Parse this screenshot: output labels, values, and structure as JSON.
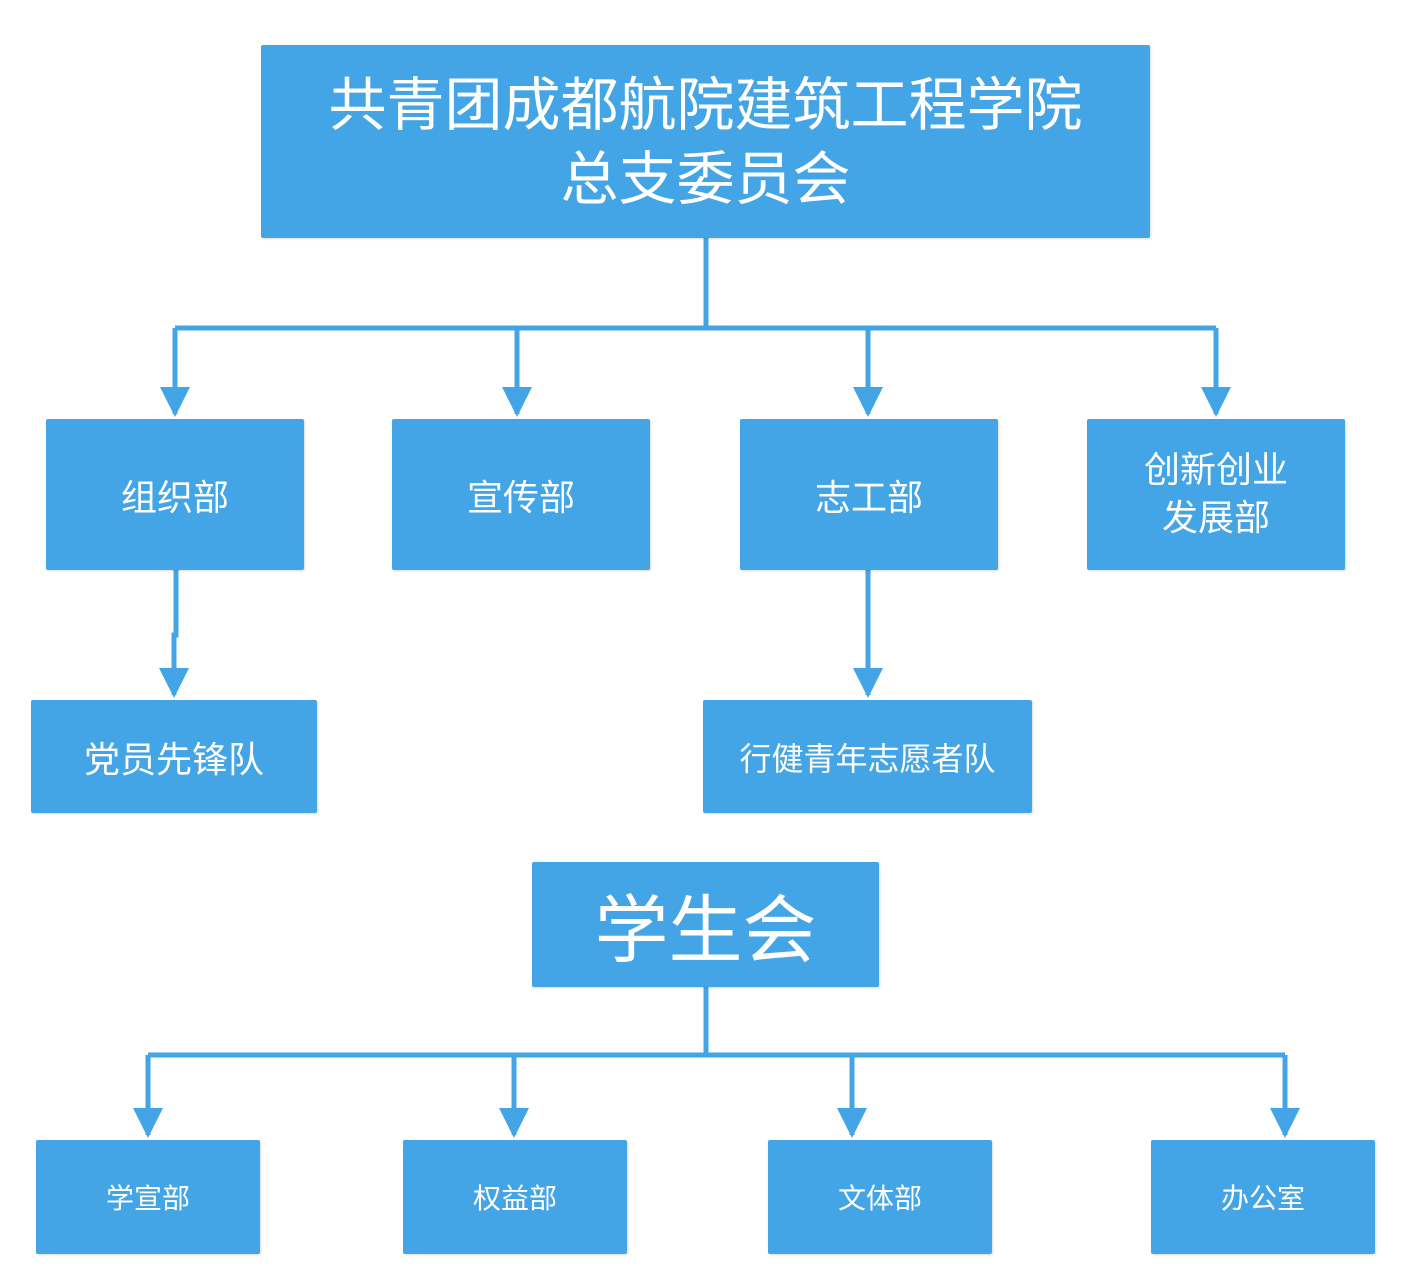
{
  "colors": {
    "node_fill": "#44a5e6",
    "node_text": "#ffffff",
    "connector": "#44a5e6"
  },
  "root": {
    "line1": "共青团成都航院建筑工程学院",
    "line2": "总支委员会"
  },
  "departments": {
    "zuzhi": "组织部",
    "xuanchuan": "宣传部",
    "zhigong": "志工部",
    "chuangxin_line1": "创新创业",
    "chuangxin_line2": "发展部"
  },
  "sub_units": {
    "dangyuan": "党员先锋队",
    "xingjian": "行健青年志愿者队"
  },
  "student_union": {
    "title": "学生会",
    "departments": [
      "学宣部",
      "权益部",
      "文体部",
      "办公室"
    ]
  }
}
